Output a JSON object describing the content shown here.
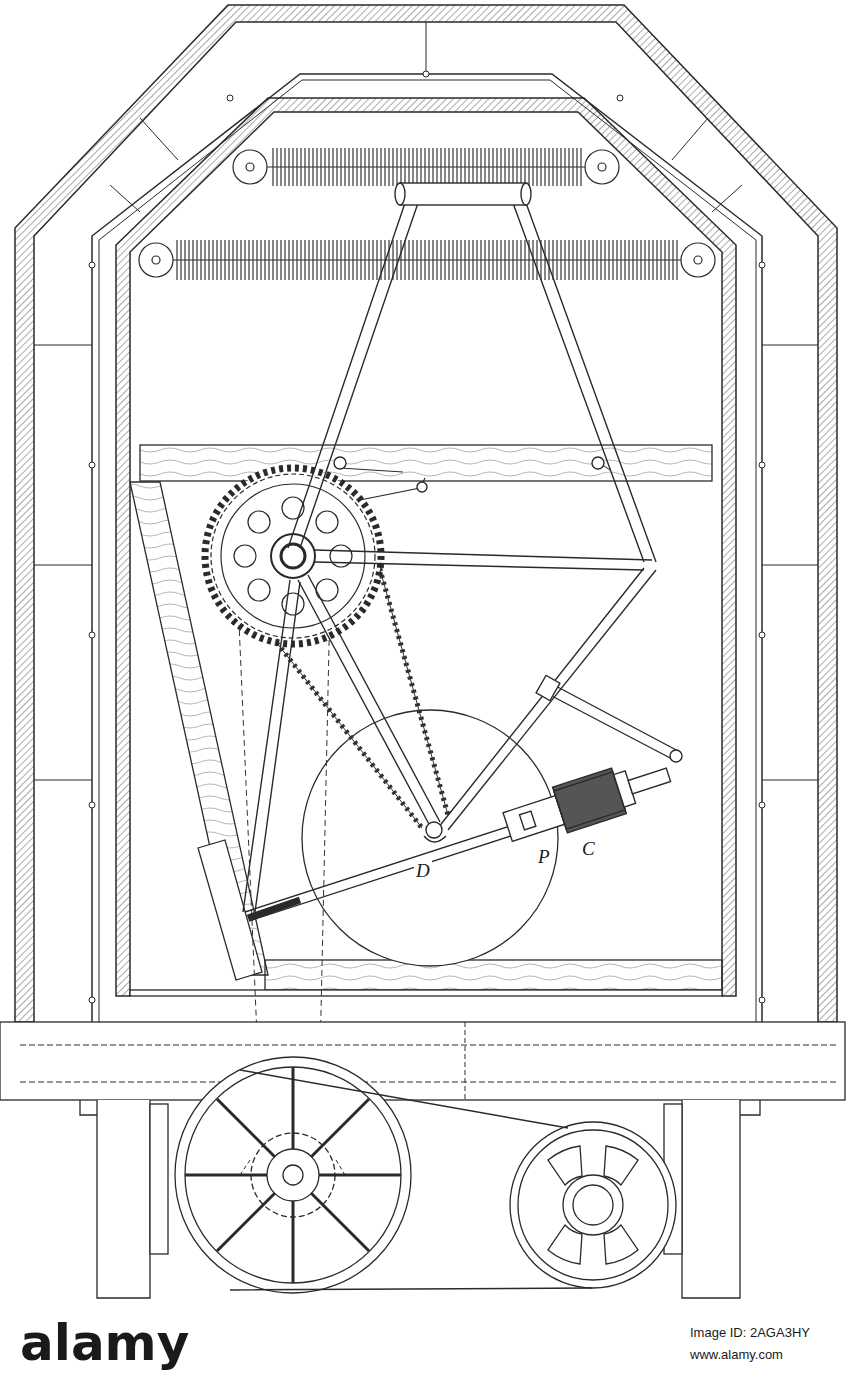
{
  "diagram": {
    "labels": [
      "P",
      "C",
      "D",
      "alamy",
      "Image ID: 2AGA3HY",
      "www.alamy.com"
    ]
  }
}
